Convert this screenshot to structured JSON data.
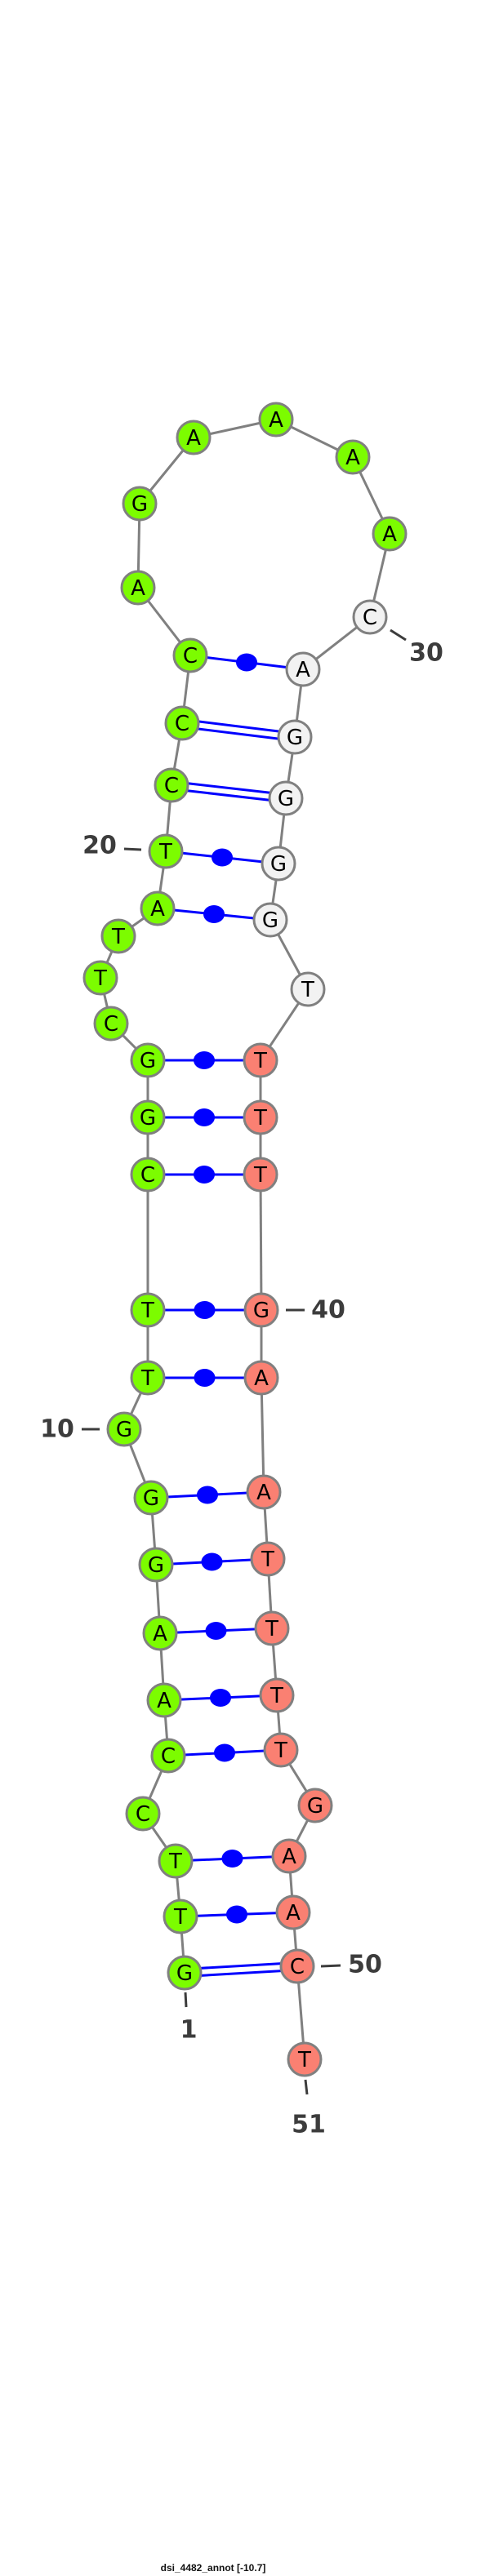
{
  "title": "dsi_4482_annot [-10.7]",
  "sequence": "GTTCCAAGGGTTCGGCTTATCCCAGAAAACAGGGGTTTTGAATTTTGAACT",
  "pairs": [
    [
      1,
      50
    ],
    [
      2,
      49
    ],
    [
      3,
      48
    ],
    [
      5,
      46
    ],
    [
      6,
      45
    ],
    [
      7,
      44
    ],
    [
      8,
      43
    ],
    [
      9,
      42
    ],
    [
      11,
      41
    ],
    [
      12,
      40
    ],
    [
      13,
      39
    ],
    [
      14,
      38
    ],
    [
      15,
      37
    ],
    [
      19,
      35
    ],
    [
      20,
      34
    ],
    [
      21,
      33
    ],
    [
      22,
      32
    ],
    [
      23,
      31
    ]
  ],
  "position_labels": [
    {
      "index": 1,
      "text": "1"
    },
    {
      "index": 10,
      "text": "10"
    },
    {
      "index": 20,
      "text": "20"
    },
    {
      "index": 30,
      "text": "30"
    },
    {
      "index": 40,
      "text": "40"
    },
    {
      "index": 50,
      "text": "50"
    },
    {
      "index": 51,
      "text": "51"
    }
  ],
  "regions": [
    {
      "from": 1,
      "to": 29,
      "color": "#7cfc00"
    },
    {
      "from": 30,
      "to": 36,
      "color": "#f2f2f2"
    },
    {
      "from": 37,
      "to": 51,
      "color": "#fa8072"
    }
  ],
  "colors": {
    "backbone": "#808080",
    "pair": "#0000ff",
    "outline": "#808080",
    "label": "#3c3c3c"
  }
}
